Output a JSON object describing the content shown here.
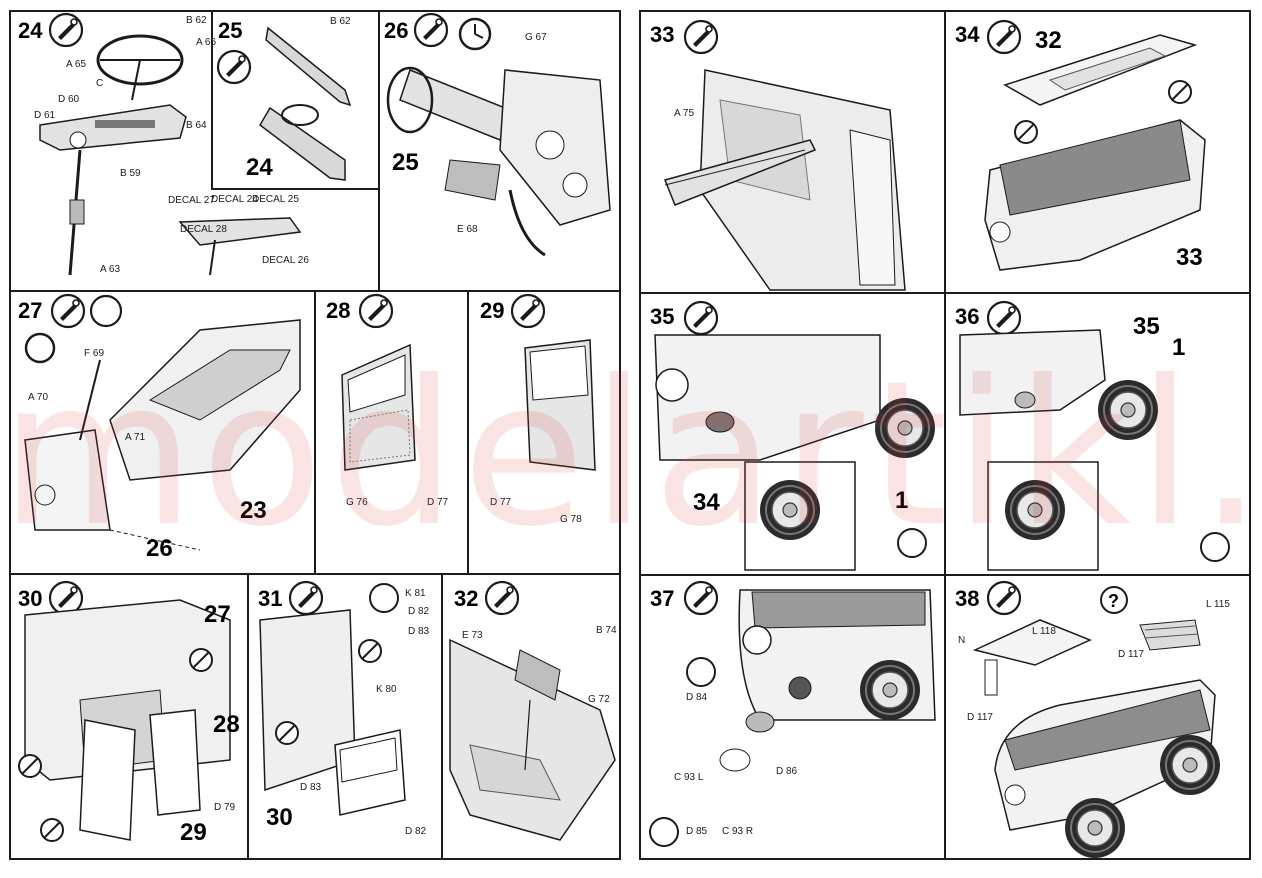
{
  "watermark": "modelartikl.cz",
  "colors": {
    "line": "#1b1b1b",
    "panel_fill": "#ededed",
    "mid": "#b7b7b7",
    "dark": "#555555",
    "watermark": "#dc3c3c"
  },
  "steps": [
    {
      "number": "24",
      "icons": [
        "glue-icon",
        "paint-icon"
      ],
      "callouts": [
        "A 66",
        "A 65",
        "B 62",
        "C",
        "D 61",
        "D 60",
        "B 64",
        "B 59",
        "A 63",
        "DECAL 27",
        "DECAL 28",
        "DECAL 24",
        "DECAL 25",
        "DECAL 26"
      ],
      "part_refs": []
    },
    {
      "number": "25",
      "icons": [
        "glue-icon",
        "paint-icon"
      ],
      "callouts": [
        "B 62"
      ],
      "part_refs": [
        "24"
      ]
    },
    {
      "number": "26",
      "icons": [
        "glue-icon",
        "clock-icon"
      ],
      "callouts": [
        "G 67",
        "E 68"
      ],
      "part_refs": [
        "25"
      ]
    },
    {
      "number": "27",
      "icons": [
        "glue-icon",
        "clamp-icon",
        "clock-icon"
      ],
      "callouts": [
        "F 69",
        "A 70",
        "A 71"
      ],
      "part_refs": [
        "23",
        "26"
      ]
    },
    {
      "number": "28",
      "icons": [
        "glue-icon"
      ],
      "callouts": [
        "G 76",
        "D 77"
      ],
      "part_refs": []
    },
    {
      "number": "29",
      "icons": [
        "glue-icon"
      ],
      "callouts": [
        "D 77",
        "G 78"
      ],
      "part_refs": []
    },
    {
      "number": "30",
      "icons": [
        "glue-icon"
      ],
      "callouts": [
        "D 79"
      ],
      "part_refs": [
        "27",
        "28",
        "29"
      ]
    },
    {
      "number": "31",
      "icons": [
        "glue-icon",
        "rotate-icon"
      ],
      "callouts": [
        "K 81",
        "D 82",
        "D 83",
        "K 80",
        "D 83",
        "D 82"
      ],
      "part_refs": [
        "30"
      ]
    },
    {
      "number": "32",
      "icons": [
        "glue-icon"
      ],
      "callouts": [
        "E 73",
        "B 74",
        "G 72"
      ],
      "part_refs": []
    },
    {
      "number": "33",
      "icons": [
        "glue-icon"
      ],
      "callouts": [
        "A 75"
      ],
      "part_refs": []
    },
    {
      "number": "34",
      "icons": [
        "glue-icon"
      ],
      "callouts": [],
      "part_refs": [
        "32",
        "33"
      ]
    },
    {
      "number": "35",
      "icons": [
        "glue-icon",
        "rotate-icon"
      ],
      "callouts": [],
      "part_refs": [
        "34",
        "1"
      ]
    },
    {
      "number": "36",
      "icons": [
        "glue-icon",
        "rotate-icon"
      ],
      "callouts": [],
      "part_refs": [
        "35",
        "1"
      ]
    },
    {
      "number": "37",
      "icons": [
        "glue-icon",
        "rotate-icon"
      ],
      "callouts": [
        "D 84",
        "C 93 L",
        "D 86",
        "D 85",
        "C 93 R"
      ],
      "part_refs": []
    },
    {
      "number": "38",
      "icons": [
        "glue-icon"
      ],
      "callouts": [
        "L 118",
        "N",
        "L 115",
        "D 117",
        "D 117"
      ],
      "part_refs": [
        "?"
      ]
    }
  ]
}
